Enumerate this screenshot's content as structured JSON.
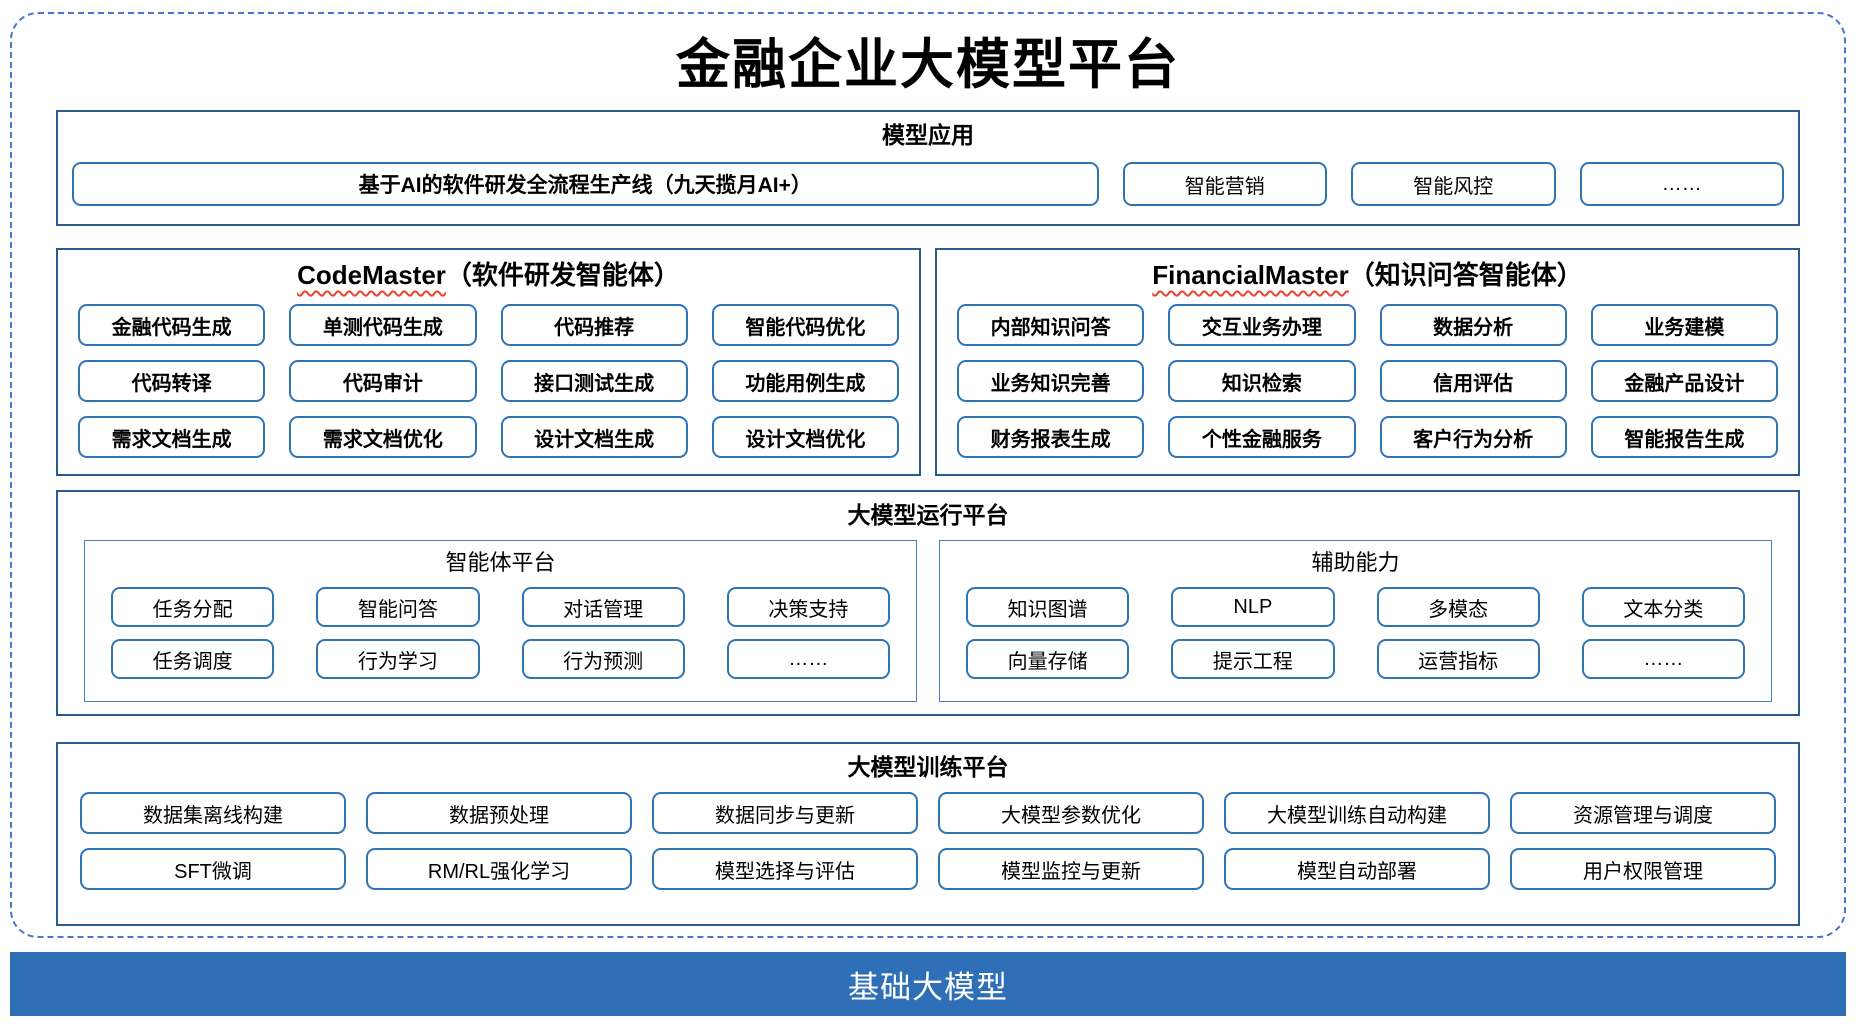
{
  "title": "金融企业大模型平台",
  "model_application": {
    "header": "模型应用",
    "pipeline_box": "基于AI的软件研发全流程生产线（九天揽月AI+）",
    "items": [
      "智能营销",
      "智能风控",
      "……"
    ]
  },
  "code_master": {
    "name": "CodeMaster",
    "subtitle": "（软件研发智能体）",
    "items": [
      "金融代码生成",
      "单测代码生成",
      "代码推荐",
      "智能代码优化",
      "代码转译",
      "代码审计",
      "接口测试生成",
      "功能用例生成",
      "需求文档生成",
      "需求文档优化",
      "设计文档生成",
      "设计文档优化"
    ]
  },
  "financial_master": {
    "name": "FinancialMaster",
    "subtitle": "（知识问答智能体）",
    "items": [
      "内部知识问答",
      "交互业务办理",
      "数据分析",
      "业务建模",
      "业务知识完善",
      "知识检索",
      "信用评估",
      "金融产品设计",
      "财务报表生成",
      "个性金融服务",
      "客户行为分析",
      "智能报告生成"
    ]
  },
  "runtime_platform": {
    "header": "大模型运行平台",
    "groups": [
      {
        "title": "智能体平台",
        "items": [
          "任务分配",
          "智能问答",
          "对话管理",
          "决策支持",
          "任务调度",
          "行为学习",
          "行为预测",
          "……"
        ]
      },
      {
        "title": "辅助能力",
        "items": [
          "知识图谱",
          "NLP",
          "多模态",
          "文本分类",
          "向量存储",
          "提示工程",
          "运营指标",
          "……"
        ]
      }
    ]
  },
  "training_platform": {
    "header": "大模型训练平台",
    "items": [
      "数据集离线构建",
      "数据预处理",
      "数据同步与更新",
      "大模型参数优化",
      "大模型训练自动构建",
      "资源管理与调度",
      "SFT微调",
      "RM/RL强化学习",
      "模型选择与评估",
      "模型监控与更新",
      "模型自动部署",
      "用户权限管理"
    ]
  },
  "foundation": {
    "label": "基础大模型"
  },
  "colors": {
    "section_border": "#2a5b8d",
    "box_border": "#2e75b6",
    "dashed_border": "#4976c8",
    "foundation_bar": "#2e6fb7",
    "squiggle": "#e8442e"
  }
}
